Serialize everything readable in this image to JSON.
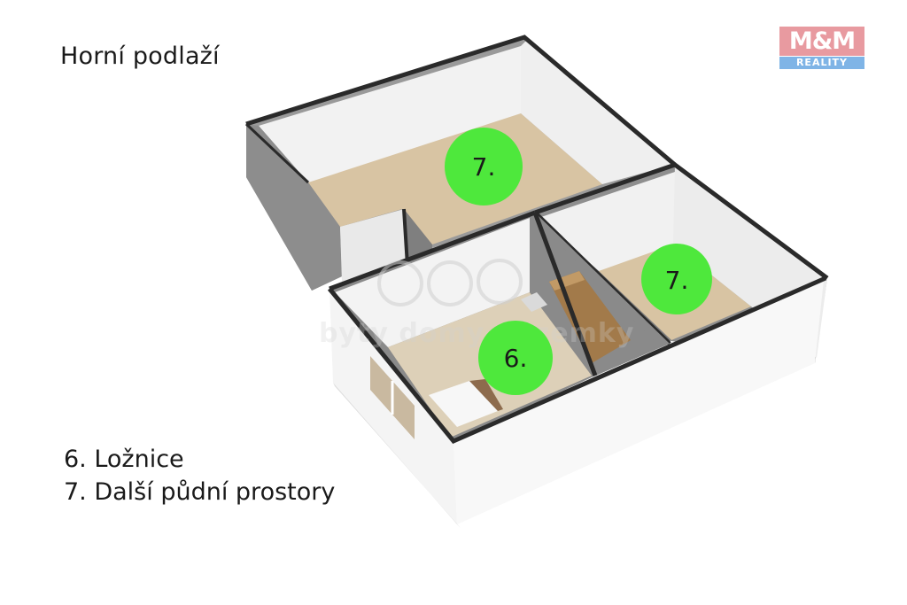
{
  "plan": {
    "title": "Horní podlaží",
    "legend": [
      "6. Ložnice",
      "7. Další půdní prostory"
    ],
    "rooms": [
      {
        "label": "7.",
        "name": "Další půdní prostory"
      },
      {
        "label": "7.",
        "name": "Další půdní prostory"
      },
      {
        "label": "6.",
        "name": "Ložnice"
      }
    ],
    "marker_color": "#4ee83c"
  },
  "logo": {
    "brand": "M&M",
    "tagline": "REALITY",
    "colors": {
      "brand": "#e89aa0",
      "tagline": "#7fb4e6"
    }
  },
  "watermark": {
    "text": "byty domy pozemky"
  }
}
